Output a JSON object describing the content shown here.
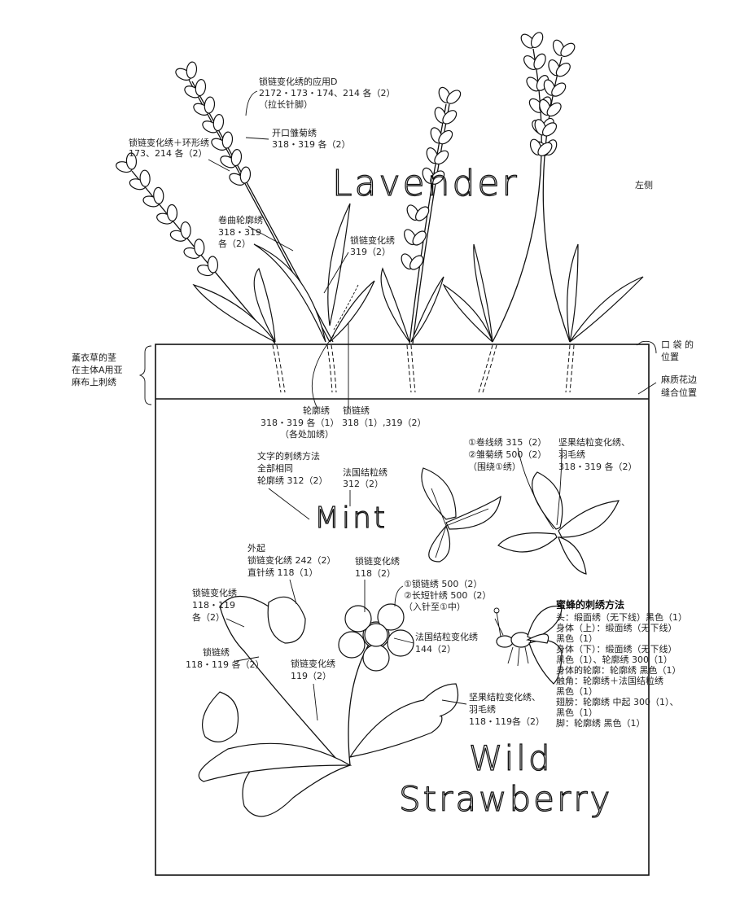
{
  "titles": {
    "lavender": "Lavender",
    "mint": "Mint",
    "wild": "Wild",
    "strawberry": "Strawberry"
  },
  "side_note": "左侧",
  "lavender_labels": {
    "chain_var_d": [
      "锁链变化绣的应用D",
      "2172・173・174、214 各（2）",
      "（拉长针脚）"
    ],
    "lazy_daisy_open": [
      "开口雏菊绣",
      "318・319 各（2）"
    ],
    "chain_var_ring": [
      "锁链变化绣＋环形绣",
      "173、214 各（2）"
    ],
    "whipped_stem": [
      "卷曲轮廓绣",
      "318・319",
      "各（2）"
    ],
    "chain_var_319": [
      "锁链变化绣",
      "319（2）"
    ],
    "stem_outline": [
      "轮廓绣",
      "318・319 各（1）",
      "（各处加绣）"
    ],
    "chain": [
      "锁链绣",
      "318（1）,319（2）"
    ]
  },
  "frame_labels": {
    "pocket": [
      "口 袋 的",
      "位置"
    ],
    "stems_note": [
      "薰衣草的茎",
      "在主体A用亚",
      "麻布上刺绣"
    ],
    "lace": [
      "麻质花边",
      "缝合位置"
    ]
  },
  "mint_labels": {
    "letters": [
      "文字的刺绣方法",
      "全部相同",
      "轮廓绣 312（2）"
    ],
    "french_knot": [
      "法国结粒绣",
      "312（2）"
    ],
    "bullion": [
      "①卷线绣 315（2）",
      "②雏菊绣 500（2）",
      "（围绕①绣）"
    ],
    "knot_feather": [
      "坚果结粒变化绣、",
      "羽毛绣",
      "318・319 各（2）"
    ]
  },
  "strawberry_labels": {
    "berry": [
      "外起",
      "锁链变化绣 242（2）",
      "直针绣 118（1）"
    ],
    "chain_var_118": [
      "锁链变化绣",
      "118（2）"
    ],
    "petal": [
      "①锁链绣 500（2）",
      "②长短针绣 500（2）",
      "（入针至①中）"
    ],
    "sepal": [
      "锁链变化绣",
      "118・119",
      "各（2）"
    ],
    "french_knot_var": [
      "法国结粒变化绣",
      "144（2）"
    ],
    "chain_stem": [
      "锁链绣",
      "118・119 各（2）"
    ],
    "chain_var_119": [
      "锁链变化绣",
      "119（2）"
    ],
    "knot_feather": [
      "坚果结粒变化绣、",
      "羽毛绣",
      "118・119各（2）"
    ]
  },
  "bee": {
    "title": "蜜蜂的刺绣方法",
    "lines": [
      "头：缎面绣（无下线）黑色（1）",
      "身体（上）：缎面绣（无下线）",
      "黑色（1）",
      "身体（下）：缎面绣（无下线）",
      "黑色（1）、轮廓绣 300（1）",
      "身体的轮廓：轮廓绣 黑色（1）",
      "触角：轮廓绣＋法国结粒绣",
      "黑色（1）",
      "翅膀：轮廓绣  中起 300（1）、",
      "黑色（1）",
      "脚：轮廓绣 黑色（1）"
    ]
  }
}
